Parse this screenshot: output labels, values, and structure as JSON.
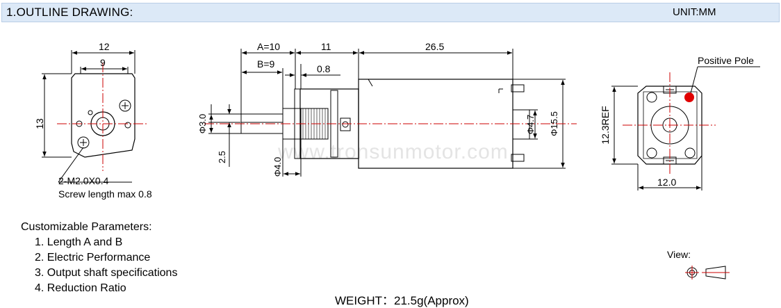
{
  "header": {
    "title": "1.OUTLINE DRAWING:",
    "unit": "UNIT:MM"
  },
  "front_view": {
    "width_outer": "12",
    "width_inner": "9",
    "height": "13",
    "screw_spec": "2-M2.0X0.4",
    "screw_length": "Screw length max 0.8"
  },
  "side_view": {
    "dim_a": "A=10",
    "dim_b": "B=9",
    "dim_11": "11",
    "dim_26_5": "26.5",
    "dim_0_8": "0.8",
    "shaft_dia": "Φ3.0",
    "shaft_flat": "2.5",
    "boss_dia": "Φ4.0",
    "rear_boss_dia": "Φ4.7",
    "body_dia": "Φ15.5",
    "watermark": "www.tronsunmotor.com"
  },
  "rear_view": {
    "positive_pole": "Positive Pole",
    "height_ref": "12.3REF",
    "width": "12.0"
  },
  "colors": {
    "positive_pole": "#e00000",
    "header_bg": "#dce9f7",
    "centerline": "#cc0000"
  },
  "params": {
    "title": "Customizable Parameters:",
    "items": [
      "1. Length  A and B",
      "2. Electric Performance",
      "3. Output shaft specifications",
      "4. Reduction Ratio"
    ]
  },
  "weight": "WEIGHT：21.5g(Approx)",
  "view": {
    "label": "View:"
  }
}
